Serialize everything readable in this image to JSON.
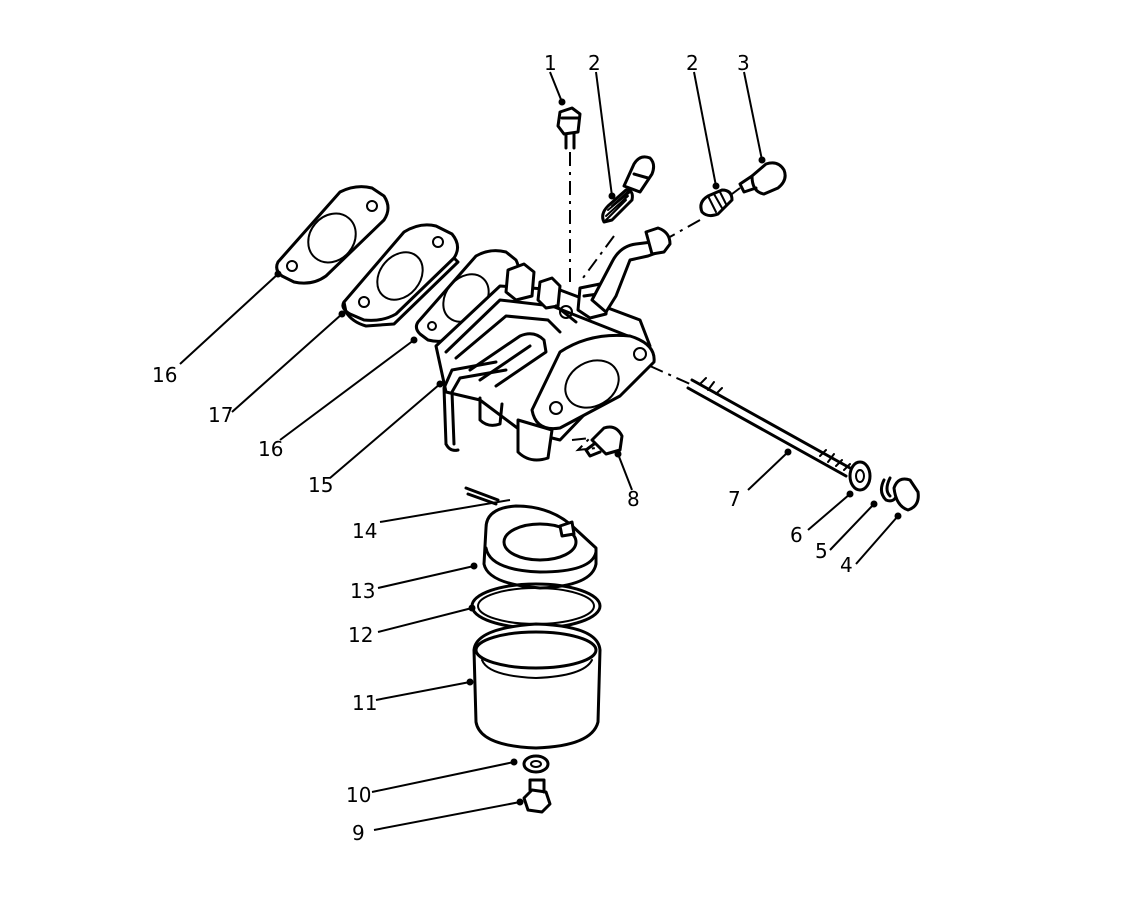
{
  "callouts": {
    "c1": "1",
    "c2a": "2",
    "c2b": "2",
    "c3": "3",
    "c4": "4",
    "c5": "5",
    "c6": "6",
    "c7": "7",
    "c8": "8",
    "c9": "9",
    "c10": "10",
    "c11": "11",
    "c12": "12",
    "c13": "13",
    "c14": "14",
    "c15": "15",
    "c16a": "16",
    "c16b": "16",
    "c17": "17"
  }
}
